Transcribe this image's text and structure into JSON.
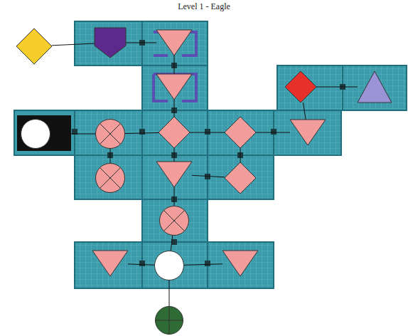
{
  "diagram": {
    "title": "Level 1 - Eagle",
    "nodes": [
      {
        "text": []
      },
      {
        "text": []
      },
      {
        "text": []
      },
      {
        "text": []
      },
      {
        "text": []
      },
      {
        "text": []
      },
      {
        "text": []
      },
      {
        "text": []
      },
      {
        "text": []
      },
      {
        "text": []
      },
      {
        "text": []
      },
      {
        "text": []
      },
      {
        "text": []
      },
      {
        "text": []
      },
      {
        "text": []
      },
      {
        "text": []
      },
      {
        "text": []
      },
      {
        "text": []
      },
      {
        "text": []
      }
    ],
    "edges": [
      {
        "from": 0,
        "to": 1,
        "arrow": "none"
      },
      {
        "from": 1,
        "to": 2,
        "arrow": "none"
      },
      {
        "from": 2,
        "to": 3,
        "arrow": "none"
      },
      {
        "from": 3,
        "to": 8,
        "arrow": "none"
      },
      {
        "from": 6,
        "to": 7,
        "arrow": "none"
      },
      {
        "from": 7,
        "to": 8,
        "arrow": "none"
      },
      {
        "from": 8,
        "to": 9,
        "arrow": "none"
      },
      {
        "from": 9,
        "to": 10,
        "arrow": "none"
      },
      {
        "from": 10,
        "to": 4,
        "arrow": "none"
      },
      {
        "from": 4,
        "to": 5,
        "arrow": "none"
      },
      {
        "from": 7,
        "to": 11,
        "arrow": "none"
      },
      {
        "from": 8,
        "to": 12,
        "arrow": "none"
      },
      {
        "from": 12,
        "to": 13,
        "arrow": "none"
      },
      {
        "from": 9,
        "to": 13,
        "arrow": "none"
      },
      {
        "from": 12,
        "to": 14,
        "arrow": "none"
      },
      {
        "from": 14,
        "to": 16,
        "arrow": "none"
      },
      {
        "from": 16,
        "to": 15,
        "arrow": "none"
      },
      {
        "from": 16,
        "to": 17,
        "arrow": "none"
      },
      {
        "from": 16,
        "to": 18,
        "arrow": "none"
      }
    ]
  }
}
